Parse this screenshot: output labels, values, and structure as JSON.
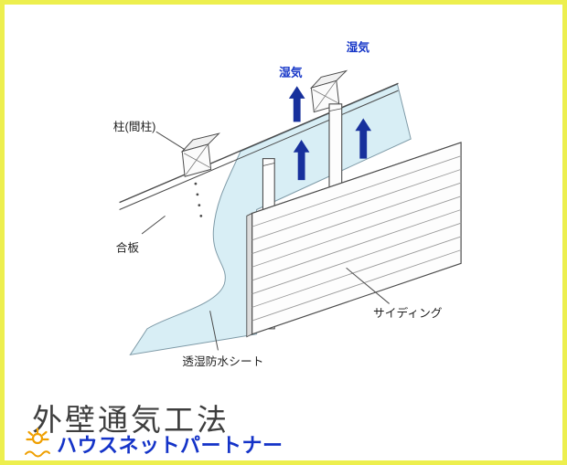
{
  "page": {
    "border_color": "#edef4e",
    "background_color": "#ffffff"
  },
  "diagram": {
    "type": "exterior-wall-ventilation-illustration",
    "labels": {
      "stud": "柱(間柱)",
      "plywood": "合板",
      "moisture_1": "湿気",
      "moisture_2": "湿気",
      "siding": "サイディング",
      "breathable_sheet": "透湿防水シート"
    },
    "colors": {
      "sheet_fill": "#d8eef5",
      "arrow_blue": "#17309c",
      "moisture_label_blue": "#1838c8",
      "outline": "#4a4a4a"
    }
  },
  "footer": {
    "title": "外壁通気工法",
    "brand": {
      "name": "ハウスネットパートナー",
      "text_color": "#1433c8",
      "mark_color": "#ef9f00"
    }
  }
}
